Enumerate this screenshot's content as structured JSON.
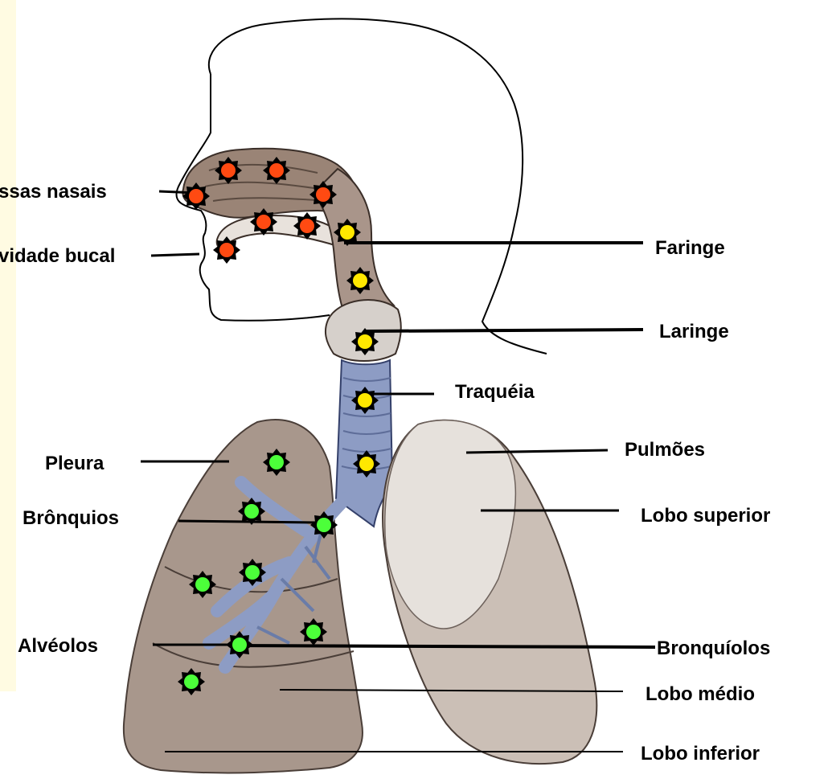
{
  "labels": {
    "fossas_nasais": "ssas nasais",
    "cavidade_bucal": "vidade bucal",
    "faringe": "Faringe",
    "laringe": "Laringe",
    "traqueia": "Traquéia",
    "pulmoes": "Pulmões",
    "pleura": "Pleura",
    "bronquios": "Brônquios",
    "lobo_superior": "Lobo superior",
    "alveolos": "Alvéolos",
    "bronquiolos": "Bronquíolos",
    "lobo_medio": "Lobo médio",
    "lobo_inferior": "Lobo inferior"
  },
  "colors": {
    "background": "#ffffff",
    "upper_tract_marker": "#ff4a12",
    "mid_tract_marker": "#ffe800",
    "lower_tract_marker": "#4cff3a",
    "marker_outline": "#000000",
    "skin_outline": "#2a2a2a",
    "nasal_tissue": "#9a8476",
    "lung_tissue": "#a8978c",
    "lung_light": "#e6e1dc",
    "bronchi": "#8d9cc4"
  },
  "marker_groups": [
    {
      "name": "upper",
      "color": "#ff4a12"
    },
    {
      "name": "middle",
      "color": "#ffe800"
    },
    {
      "name": "lower",
      "color": "#4cff3a"
    }
  ]
}
